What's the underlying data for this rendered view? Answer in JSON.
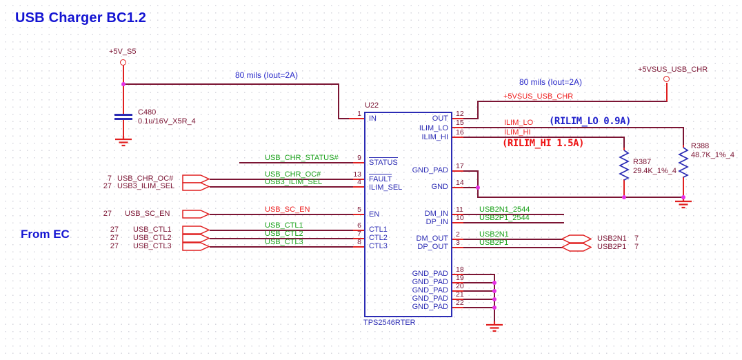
{
  "title": "USB Charger BC1.2",
  "annotations": {
    "from_ec": "From EC",
    "trace_left": "80 mils (Iout=2A)",
    "trace_right": "80 mils (Iout=2A)",
    "rilim_lo": "(RILIM_LO 0.9A)",
    "rilim_hi": "(RILIM_HI 1.5A)"
  },
  "power": {
    "p5v_s5": "+5V_S5",
    "p5vsus_usb_chr": "+5VSUS_USB_CHR"
  },
  "u22": {
    "ref": "U22",
    "part": "TPS2546RTER",
    "pins_left": [
      {
        "num": "1",
        "name": "IN"
      },
      {
        "num": "9",
        "name": "STATUS"
      },
      {
        "num": "13",
        "name": "FAULT"
      },
      {
        "num": "4",
        "name": "ILIM_SEL"
      },
      {
        "num": "5",
        "name": "EN"
      },
      {
        "num": "6",
        "name": "CTL1"
      },
      {
        "num": "7",
        "name": "CTL2"
      },
      {
        "num": "8",
        "name": "CTL3"
      }
    ],
    "pins_right": [
      {
        "num": "12",
        "name": "OUT"
      },
      {
        "num": "15",
        "name": "ILIM_LO"
      },
      {
        "num": "16",
        "name": "ILIM_HI"
      },
      {
        "num": "17",
        "name": "GND_PAD"
      },
      {
        "num": "14",
        "name": "GND"
      },
      {
        "num": "11",
        "name": "DM_IN"
      },
      {
        "num": "10",
        "name": "DP_IN"
      },
      {
        "num": "2",
        "name": "DM_OUT"
      },
      {
        "num": "3",
        "name": "DP_OUT"
      },
      {
        "num": "18",
        "name": "GND_PAD"
      },
      {
        "num": "19",
        "name": "GND_PAD"
      },
      {
        "num": "20",
        "name": "GND_PAD"
      },
      {
        "num": "21",
        "name": "GND_PAD"
      },
      {
        "num": "22",
        "name": "GND_PAD"
      }
    ]
  },
  "c480": {
    "ref": "C480",
    "value": "0.1u/16V_X5R_4"
  },
  "r387": {
    "ref": "R387",
    "value": "29.4K_1%_4"
  },
  "r388": {
    "ref": "R388",
    "value": "48.7K_1%_4"
  },
  "net_labels": {
    "usb_chr_status": "USB_CHR_STATUS#",
    "usb_chr_oc": "USB_CHR_OC#",
    "usb3_ilim_sel": "USB3_ILIM_SEL",
    "usb_sc_en": "USB_SC_EN",
    "usb_ctl1": "USB_CTL1",
    "usb_ctl2": "USB_CTL2",
    "usb_ctl3": "USB_CTL3",
    "ilim_lo": "ILIM_LO",
    "ilim_hi": "ILIM_HI",
    "p5vsus_usb_chr": "+5VSUS_USB_CHR",
    "usb2n1_2544": "USB2N1_2544",
    "usb2p1_2544": "USB2P1_2544",
    "usb2n1": "USB2N1",
    "usb2p1": "USB2P1"
  },
  "offpage_left": [
    {
      "page": "7",
      "name": "USB_CHR_OC#"
    },
    {
      "page": "27",
      "name": "USB3_ILIM_SEL"
    },
    {
      "page": "27",
      "name": "USB_SC_EN"
    },
    {
      "page": "27",
      "name": "USB_CTL1"
    },
    {
      "page": "27",
      "name": "USB_CTL2"
    },
    {
      "page": "27",
      "name": "USB_CTL3"
    }
  ],
  "offpage_right": [
    {
      "name": "USB2N1",
      "page": "7"
    },
    {
      "name": "USB2P1",
      "page": "7"
    }
  ],
  "colors": {
    "wire": "#7b1433",
    "pin_stub": "#e02020",
    "symbol_blue": "#2b2bb4",
    "net_green": "#18a018",
    "net_red": "#ee2222",
    "junction": "#e632e6",
    "title_blue": "#1414d2",
    "rilim_lo_blue": "#2222cc",
    "rilim_hi_red": "#ee1111"
  }
}
